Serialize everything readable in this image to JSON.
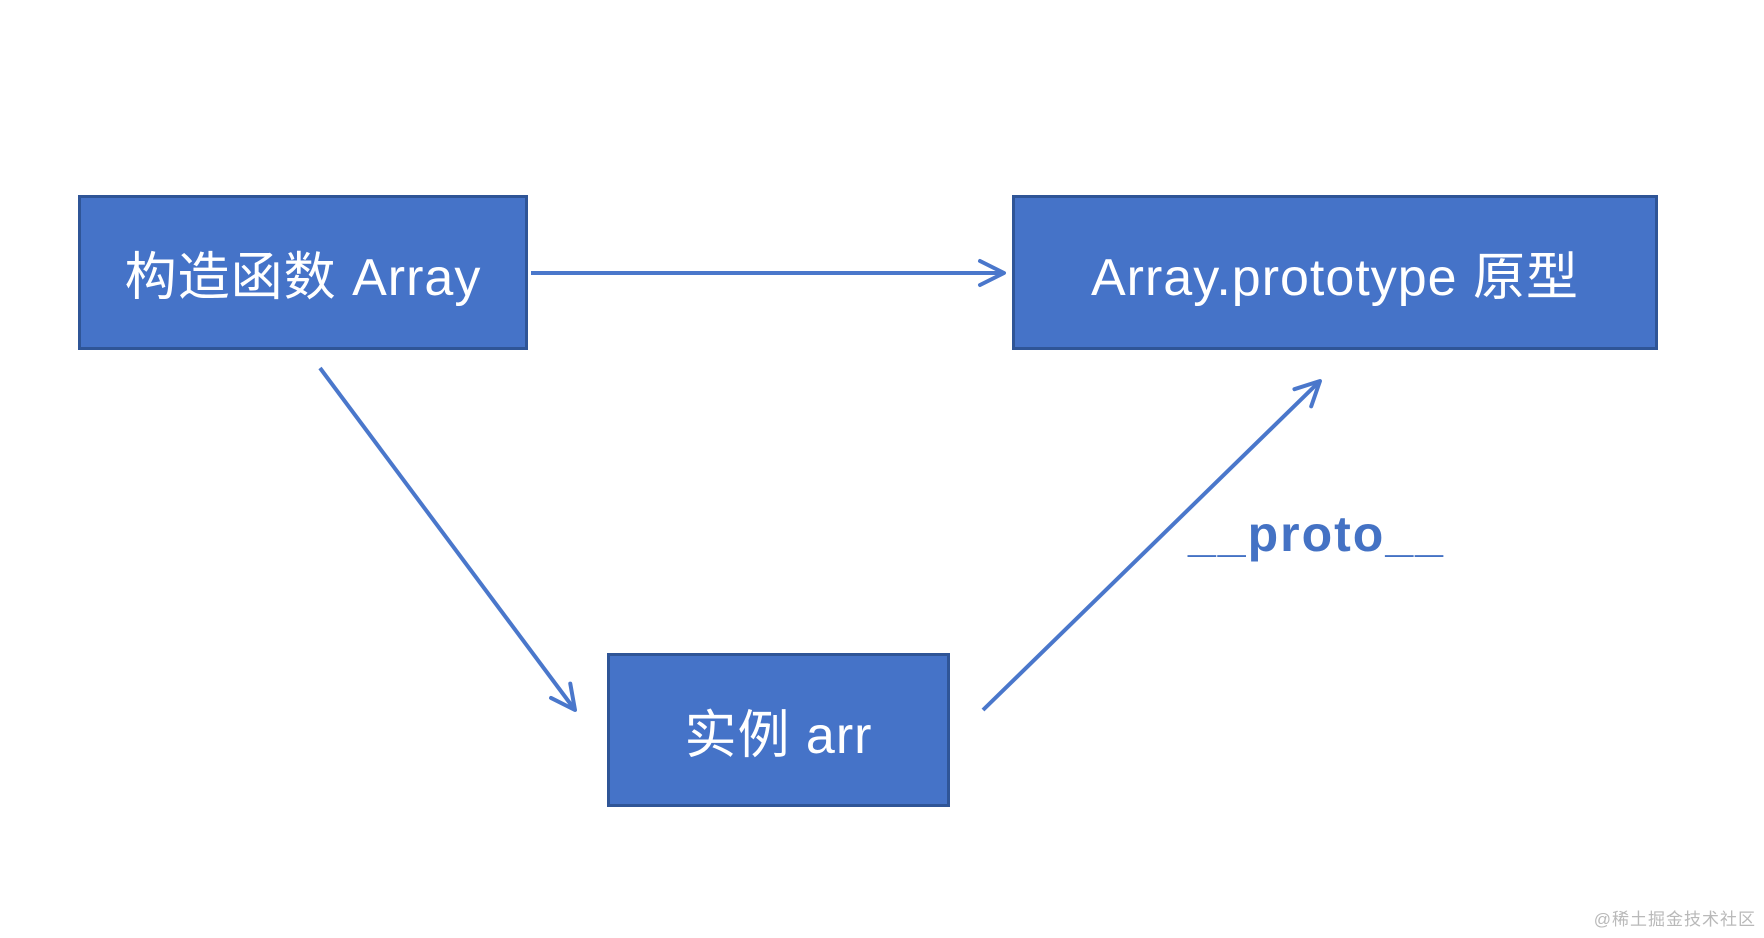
{
  "diagram": {
    "type": "prototype-chain-diagram",
    "nodes": [
      {
        "id": "constructor",
        "label": "构造函数 Array"
      },
      {
        "id": "prototype",
        "label": "Array.prototype 原型"
      },
      {
        "id": "instance",
        "label": "实例 arr"
      }
    ],
    "edges": [
      {
        "from": "constructor",
        "to": "prototype",
        "label": ""
      },
      {
        "from": "constructor",
        "to": "instance",
        "label": ""
      },
      {
        "from": "instance",
        "to": "prototype",
        "label": "__proto__"
      }
    ]
  },
  "watermark": "@稀土掘金技术社区",
  "colors": {
    "node_fill": "#4573c8",
    "node_border": "#2f5597",
    "node_text": "#ffffff",
    "arrow": "#4a77cb",
    "edge_label_text": "#4472c4",
    "watermark_text": "#b9b9b9",
    "background": "#ffffff"
  }
}
